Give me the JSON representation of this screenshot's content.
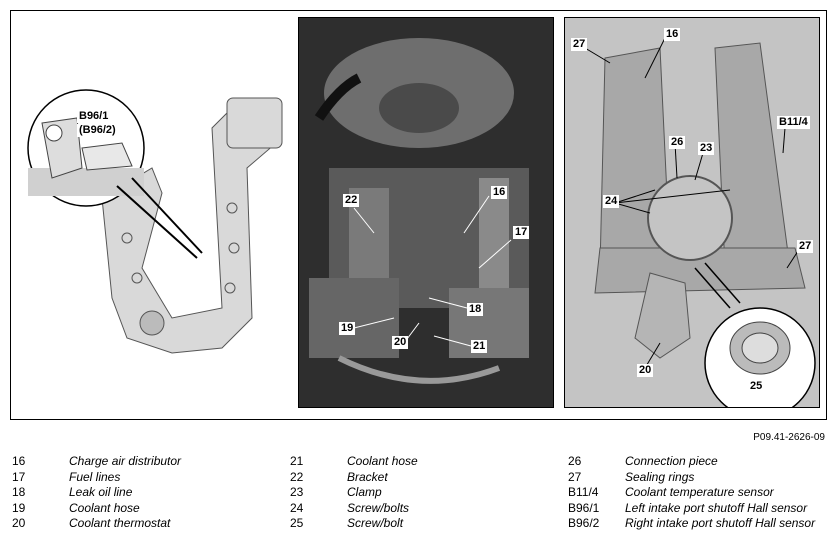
{
  "figure_ref": "P09.41-2626-09",
  "panel1": {
    "callouts": [
      "B96/1",
      "(B96/2)"
    ]
  },
  "panel2": {
    "callouts": [
      "16",
      "17",
      "18",
      "19",
      "20",
      "21",
      "22"
    ]
  },
  "panel3": {
    "callouts": [
      "16",
      "20",
      "23",
      "24",
      "25",
      "26",
      "27",
      "27",
      "B11/4"
    ]
  },
  "legend": [
    [
      {
        "key": "16",
        "label": "Charge air distributor"
      },
      {
        "key": "17",
        "label": "Fuel lines"
      },
      {
        "key": "18",
        "label": "Leak oil line"
      },
      {
        "key": "19",
        "label": "Coolant hose"
      },
      {
        "key": "20",
        "label": "Coolant thermostat"
      }
    ],
    [
      {
        "key": "21",
        "label": "Coolant hose"
      },
      {
        "key": "22",
        "label": "Bracket"
      },
      {
        "key": "23",
        "label": "Clamp"
      },
      {
        "key": "24",
        "label": "Screw/bolts"
      },
      {
        "key": "25",
        "label": "Screw/bolt"
      }
    ],
    [
      {
        "key": "26",
        "label": "Connection piece"
      },
      {
        "key": "27",
        "label": "Sealing rings"
      },
      {
        "key": "B11/4",
        "label": "Coolant temperature sensor"
      },
      {
        "key": "B96/1",
        "label": "Left intake port shutoff Hall sensor"
      },
      {
        "key": "B96/2",
        "label": "Right intake port shutoff Hall sensor"
      }
    ]
  ]
}
